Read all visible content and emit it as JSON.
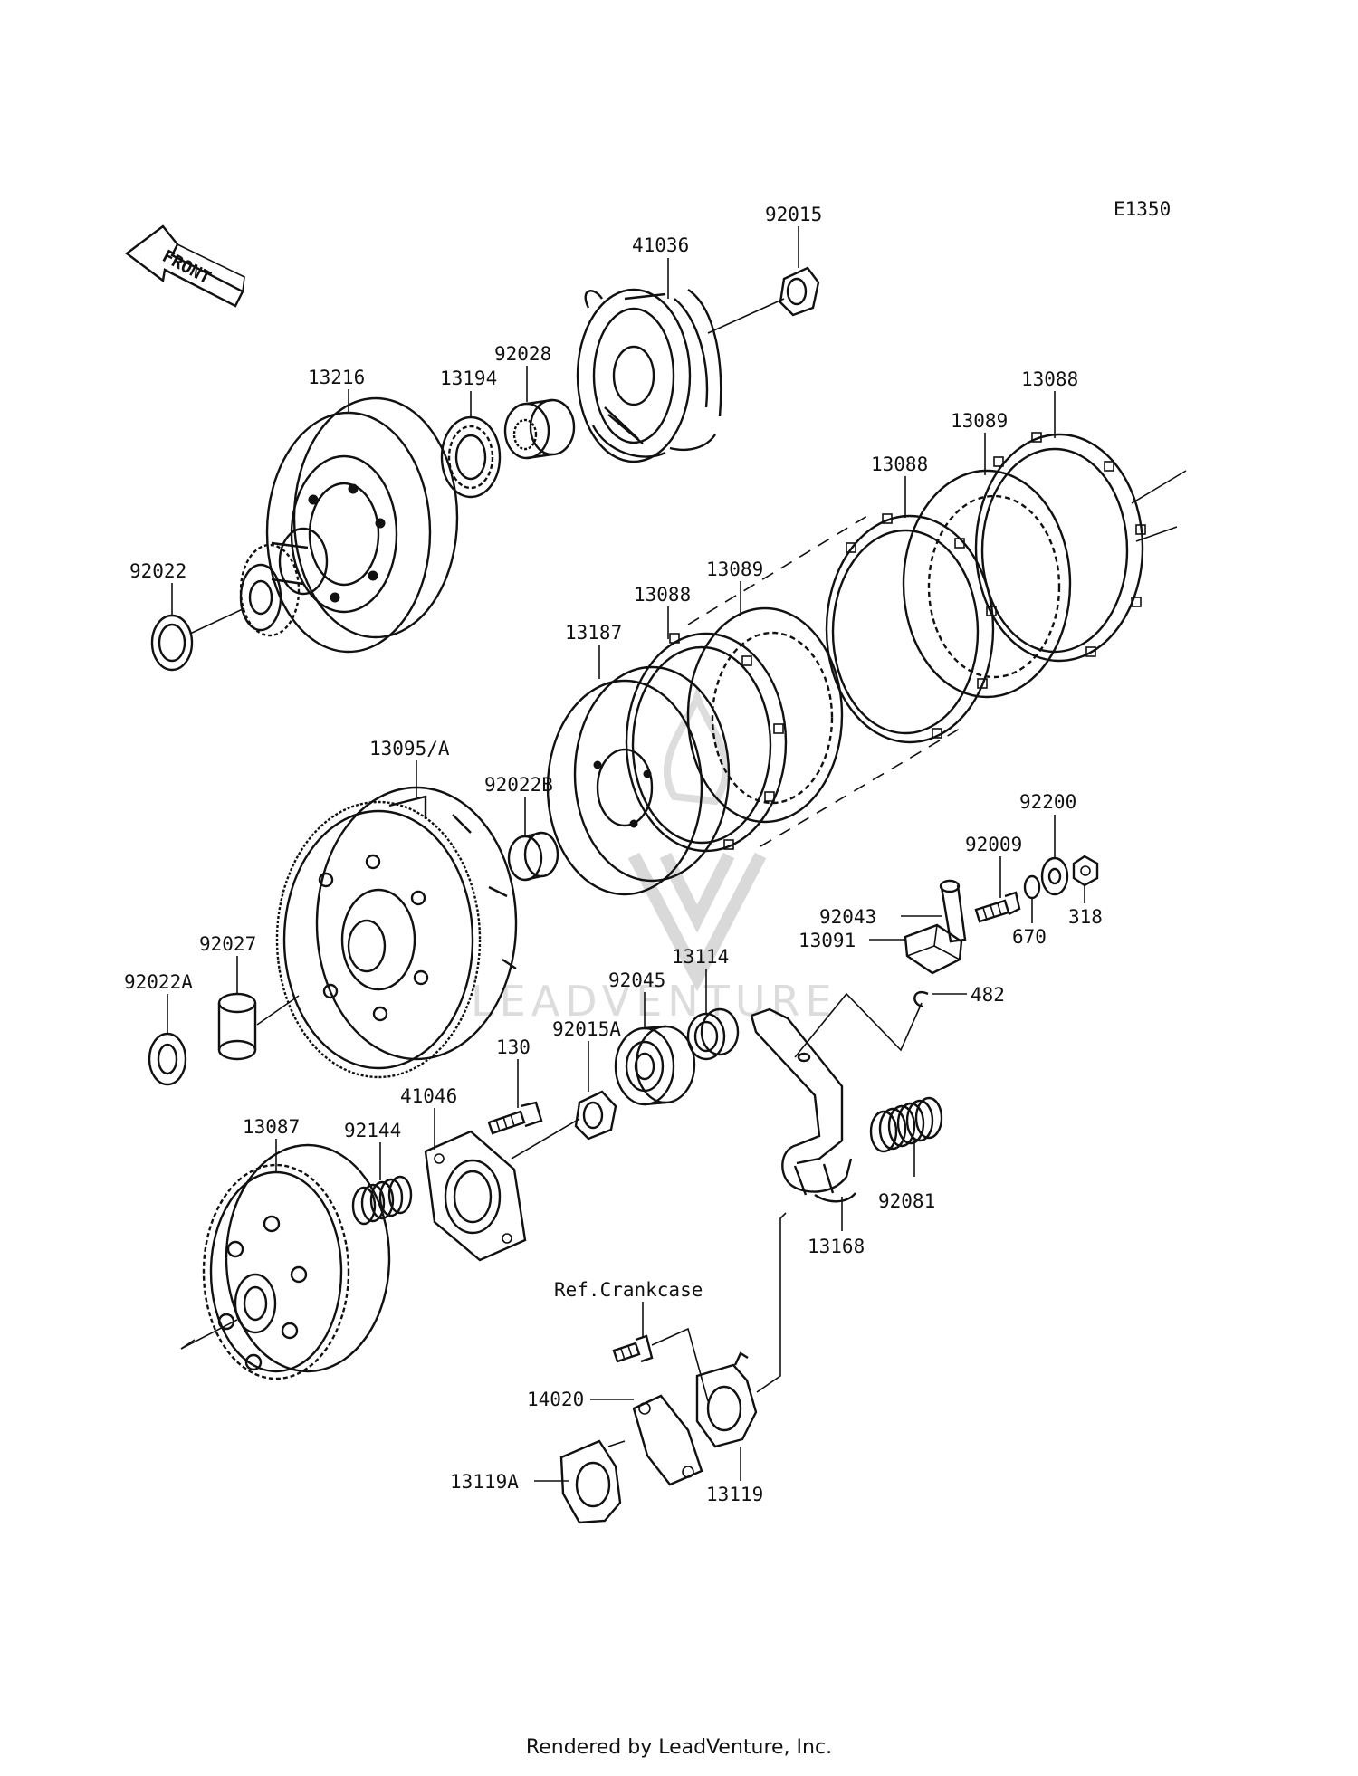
{
  "diagram_code": "E1350",
  "direction": "FRONT",
  "watermark_text": "LEADVENTURE",
  "reference": "Ref.Crankcase",
  "footer": "Rendered by LeadVenture, Inc.",
  "parts": {
    "p41036": "41036",
    "p92015": "92015",
    "p13216": "13216",
    "p13194": "13194",
    "p92028": "92028",
    "p13088a": "13088",
    "p13089a": "13089",
    "p13088b": "13088",
    "p92022": "92022",
    "p13089b": "13089",
    "p13088c": "13088",
    "p13187": "13187",
    "p13095": "13095/A",
    "p92022B": "92022B",
    "p92200": "92200",
    "p92009": "92009",
    "p92043": "92043",
    "p318": "318",
    "p13091": "13091",
    "p670": "670",
    "p92027": "92027",
    "p13114": "13114",
    "p92022A": "92022A",
    "p92045": "92045",
    "p482": "482",
    "p130": "130",
    "p92015A": "92015A",
    "p41046": "41046",
    "p13087": "13087",
    "p92144": "92144",
    "p92081": "92081",
    "p13168": "13168",
    "p14020": "14020",
    "p13119A": "13119A",
    "p13119": "13119"
  }
}
